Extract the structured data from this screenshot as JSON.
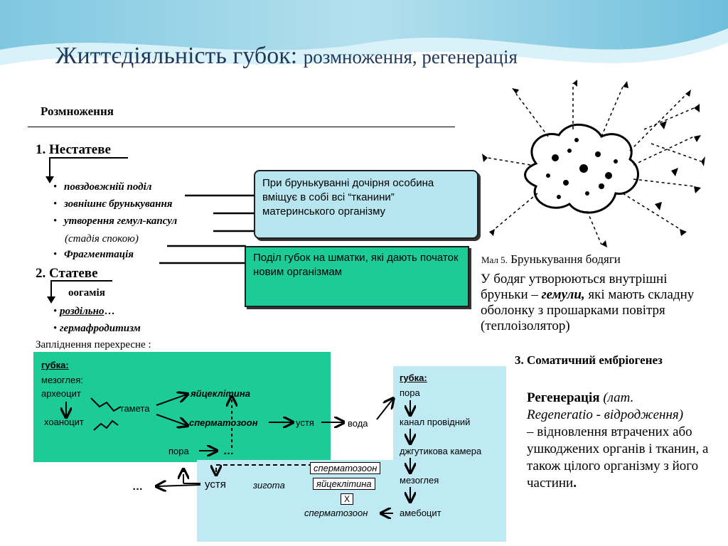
{
  "slide": {
    "title_main": "Життєдіяльність губок:",
    "title_sub": "розмноження, регенерація"
  },
  "reproduction": {
    "heading": "Розмноження",
    "asexual_label": "1. Нестатеве",
    "asexual_items": [
      "повздовжній поділ",
      "зовнішнє брунькування",
      "утворення гемул-капсул",
      "Фрагментація"
    ],
    "rest_stage_note": "(стадія спокою)",
    "sexual_label": "2. Статеве",
    "oogamy": "оогамія",
    "sexual_items": [
      "роздільно",
      "гермафродитизм"
    ],
    "sexual_item1_suffix": "…",
    "fertilization": "Запліднення перехресне :"
  },
  "callouts": {
    "budding": "При брунькуванні дочірня особина вміщує в собі всі “тканини” материнського організму",
    "fragmentation": "Поділ губок на шматки, які дають початок новим організмам"
  },
  "figure": {
    "caption_num": "Мал 5.",
    "caption_text": "Брунькування бодяги",
    "description_pre": "У бодяг утворюються внутрішні бруньки – ",
    "description_em": "гемули,",
    "description_post": " які мають складну оболонку з прошарками повітря (теплоізолятор)"
  },
  "somatic": {
    "label": "3.  Соматичний ембріогенез"
  },
  "regeneration": {
    "term": "Регенерація",
    "latin_pre": "(лат.",
    "latin": "Regeneratio -  відродження)",
    "definition_pre": "– відновлення втрачених або ушкоджених органів і тканин, а також цілого організму з його частини",
    "definition_end": "."
  },
  "scheme": {
    "sponge1": "губка:",
    "mesoglea": "мезоглея:",
    "archaeocyte": "археоцит",
    "choanocyte": "хоаноцит",
    "gamete": "гамета",
    "egg": "яйцеклітина",
    "sperm": "сперматозоон",
    "mouth": "устя",
    "water": "вода",
    "pore": "пора",
    "dots": "…",
    "mouth2": "устя",
    "zygote": "зиготa",
    "sperm2": "сперматозоон",
    "egg2": "яйцеклітина",
    "cross": "X",
    "sperm3": "сперматозоон",
    "dots2": "…",
    "sponge2": "губка:",
    "pore2": "пора",
    "channel": "канал провідний",
    "chamber": "джгутикова камера",
    "mesoglea2": "мезоглея",
    "amoebocyte": "амебоцит"
  }
}
